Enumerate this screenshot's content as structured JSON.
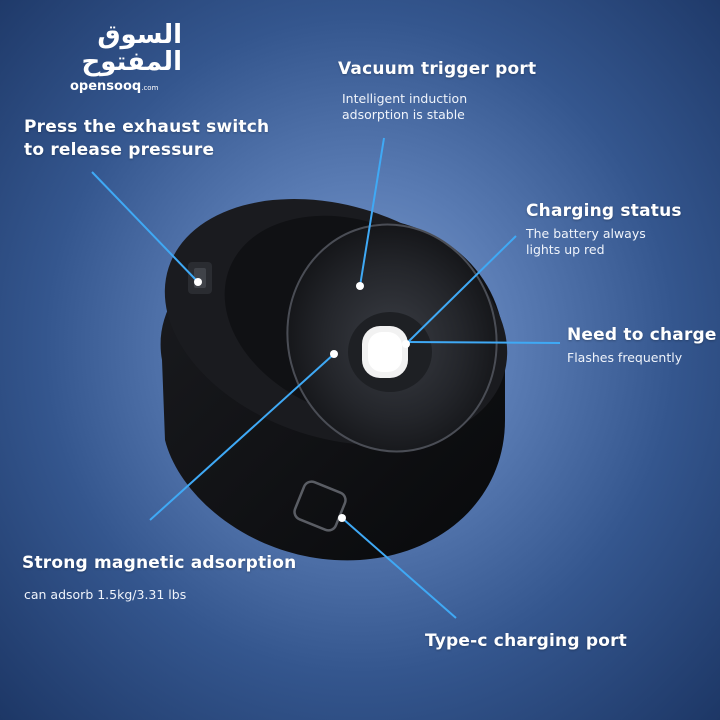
{
  "logo": {
    "arabic": "السوق المفتوح",
    "latin": "opensooq",
    "domain": ".com"
  },
  "colors": {
    "callout_line": "#3fa9f5",
    "background_center": "#7f9fcf",
    "background_edge": "#1d3766",
    "device_body": "#121315"
  },
  "callouts": {
    "vacuum_trigger": {
      "title": "Vacuum trigger port",
      "lines": [
        "Intelligent induction",
        "adsorption is stable"
      ]
    },
    "exhaust_switch": {
      "lines": [
        "Press the exhaust switch",
        "to release pressure"
      ]
    },
    "charging_status": {
      "title": "Charging status",
      "lines": [
        "The battery always",
        "lights up red"
      ]
    },
    "need_charge": {
      "title": "Need to charge",
      "lines": [
        "Flashes frequently"
      ]
    },
    "magnetic": {
      "title": "Strong magnetic adsorption",
      "lines": [
        "can adsorb 1.5kg/3.31 lbs"
      ]
    },
    "typec": {
      "title": "Type-c charging port"
    }
  }
}
